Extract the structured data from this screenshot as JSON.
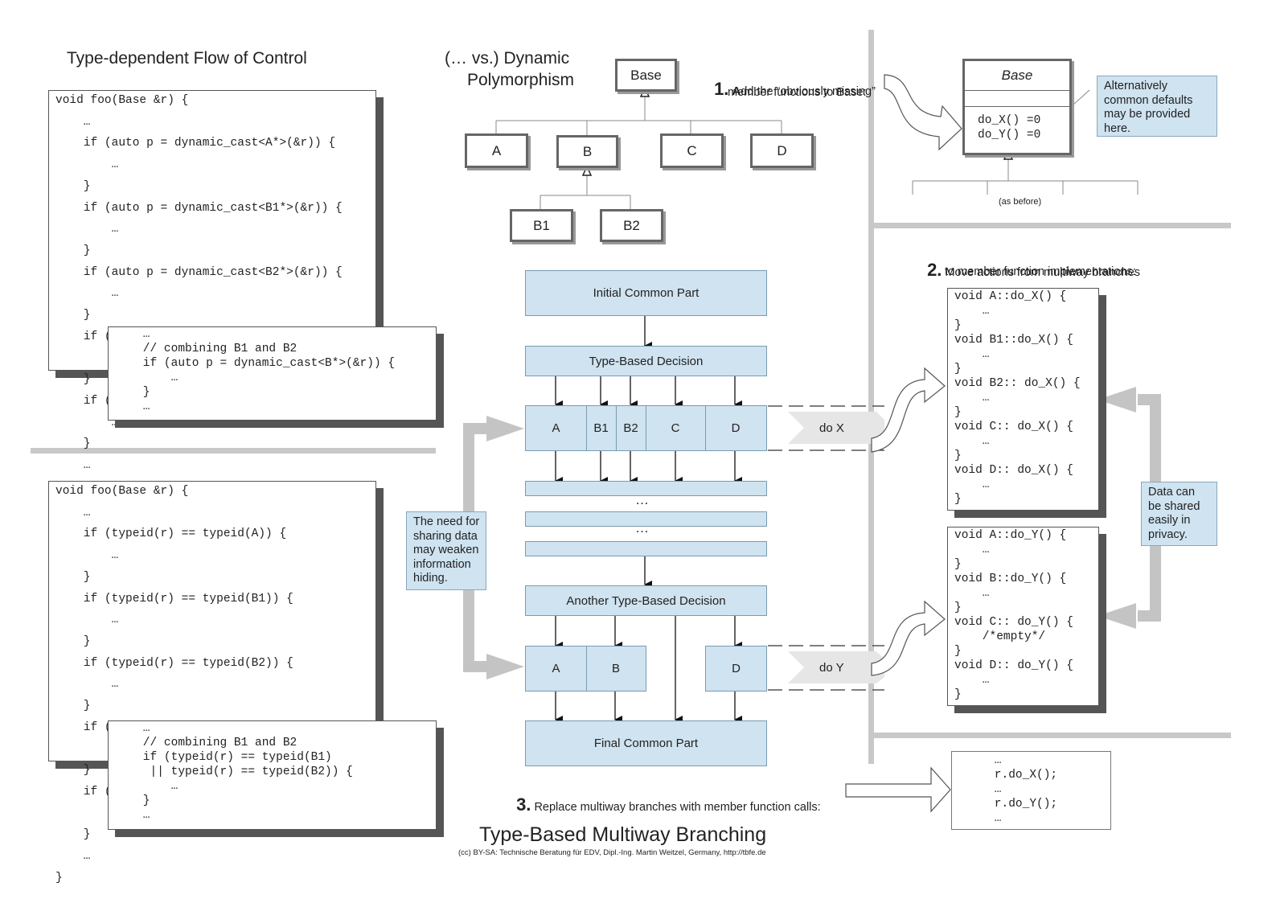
{
  "left_title": "Type-dependent Flow of Control",
  "mid_title_line1": "(… vs.) Dynamic",
  "mid_title_line2": "Polymorphism",
  "code_top_main": "void foo(Base &r) {\n    …\n    if (auto p = dynamic_cast<A*>(&r)) {\n        …\n    }\n    if (auto p = dynamic_cast<B1*>(&r)) {\n        …\n    }\n    if (auto p = dynamic_cast<B2*>(&r)) {\n        …\n    }\n    if (auto p = dynamic_cast<C*>(&r)) {\n        …\n    }\n    if (auto p = dynamic_cast<D*>(&r)) {\n        …\n    }\n    …\n}",
  "code_top_overlay": "    …\n    // combining B1 and B2\n    if (auto p = dynamic_cast<B*>(&r)) {\n        …\n    }\n    …",
  "code_bottom_main": "void foo(Base &r) {\n    …\n    if (typeid(r) == typeid(A)) {\n        …\n    }\n    if (typeid(r) == typeid(B1)) {\n        …\n    }\n    if (typeid(r) == typeid(B2)) {\n        …\n    }\n    if (typeid(r) == typeid(C)) {\n        …\n    }\n    if (typeid(r) == typeid(D)) {\n        …\n    }\n    …\n}",
  "code_bottom_overlay": "    …\n    // combining B1 and B2\n    if (typeid(r) == typeid(B1)\n     || typeid(r) == typeid(B2)) {\n        …\n    }\n    …",
  "uml": {
    "base": "Base",
    "a": "A",
    "b": "B",
    "c": "C",
    "d": "D",
    "b1": "B1",
    "b2": "B2"
  },
  "flow": {
    "initial": "Initial Common Part",
    "decision1": "Type-Based Decision",
    "row1": [
      "A",
      "B1",
      "B2",
      "C",
      "D"
    ],
    "ellipsis1": "…",
    "ellipsis2": "…",
    "decision2": "Another Type-Based Decision",
    "row2": [
      "A",
      "B",
      "D"
    ],
    "final": "Final Common Part"
  },
  "note_sharing": "The need for\nsharing data\nmay weaken\ninformation\nhiding.",
  "step1_num": "1.",
  "step1_first": "A",
  "step1_line1": "dd the “obviously missing”",
  "step1_line2": "member functions to Base:",
  "base_class": {
    "name": "Base",
    "methods": "do_X() =0\ndo_Y() =0",
    "as_before": "(as before)"
  },
  "note_defaults": "Alternatively\ncommon defaults\nmay be provided\nhere.",
  "step2_num": "2.",
  "step2_line1": "Move actions from multiway branches",
  "step2_line2": "to member function implementations:",
  "do_x_label": "do X",
  "do_y_label": "do Y",
  "code_do_x": "void A::do_X() {\n    …\n}\nvoid B1::do_X() {\n    …\n}\nvoid B2:: do_X() {\n    …\n}\nvoid C:: do_X() {\n    …\n}\nvoid D:: do_X() {\n    …\n}",
  "code_do_y": "void A::do_Y() {\n    …\n}\nvoid B::do_Y() {\n    …\n}\nvoid C:: do_Y() {\n    /*empty*/\n}\nvoid D:: do_Y() {\n    …\n}",
  "note_shared": "Data can\nbe shared\neasily in\nprivacy.",
  "step3_num": "3.",
  "step3_text": "Replace multiway branches with member function calls:",
  "code_calls": "    …\n    r.do_X();\n    …\n    r.do_Y();\n    …",
  "main_title": "Type-Based Multiway Branching",
  "credit": "(cc) BY-SA: Technische Beratung für EDV, Dipl.-Ing. Martin Weitzel, Germany, http://tbfe.de"
}
